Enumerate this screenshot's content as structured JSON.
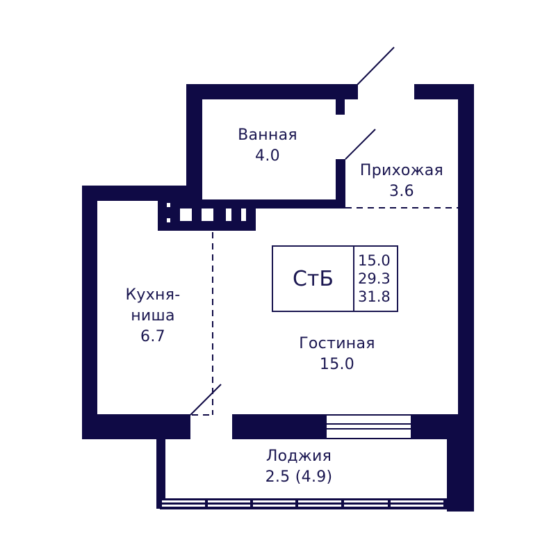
{
  "plan": {
    "colors": {
      "wall": "#0f0a45",
      "text": "#1a1650",
      "background": "#ffffff"
    },
    "rooms": [
      {
        "id": "bathroom",
        "name": "Ванная",
        "area": "4.0"
      },
      {
        "id": "hallway",
        "name": "Прихожая",
        "area": "3.6"
      },
      {
        "id": "kitchen",
        "name_line1": "Кухня-",
        "name_line2": "ниша",
        "area": "6.7"
      },
      {
        "id": "living",
        "name": "Гостиная",
        "area": "15.0"
      },
      {
        "id": "loggia",
        "name": "Лоджия",
        "area": "2.5 (4.9)"
      }
    ],
    "summary": {
      "type": "СтБ",
      "living_area": "15.0",
      "total_area": "29.3",
      "total_with_loggia": "31.8"
    }
  }
}
